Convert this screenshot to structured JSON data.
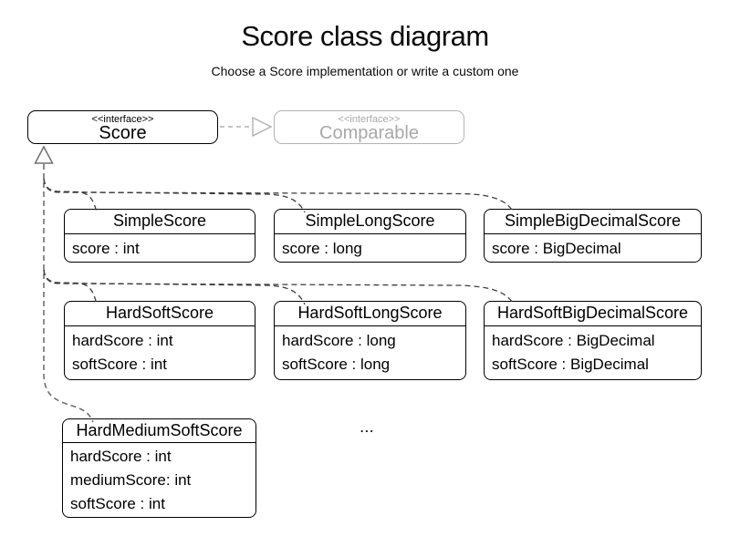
{
  "title": "Score class diagram",
  "subtitle": "Choose a Score implementation or write a custom one",
  "interfaces": [
    {
      "stereotype": "<<interface>>",
      "name": "Score"
    },
    {
      "stereotype": "<<interface>>",
      "name": "Comparable"
    }
  ],
  "classes": [
    {
      "name": "SimpleScore",
      "attributes": [
        "score : int"
      ]
    },
    {
      "name": "SimpleLongScore",
      "attributes": [
        "score : long"
      ]
    },
    {
      "name": "SimpleBigDecimalScore",
      "attributes": [
        "score : BigDecimal"
      ]
    },
    {
      "name": "HardSoftScore",
      "attributes": [
        "hardScore : int",
        "softScore : int"
      ]
    },
    {
      "name": "HardSoftLongScore",
      "attributes": [
        "hardScore : long",
        "softScore : long"
      ]
    },
    {
      "name": "HardSoftBigDecimalScore",
      "attributes": [
        "hardScore : BigDecimal",
        "softScore : BigDecimal"
      ]
    },
    {
      "name": "HardMediumSoftScore",
      "attributes": [
        "hardScore : int",
        "mediumScore: int",
        "softScore : int"
      ]
    }
  ],
  "ellipsis": "...",
  "relations": [
    {
      "from": "Score",
      "to": "Comparable",
      "type": "dashed-generalization"
    },
    {
      "from": "SimpleScore",
      "to": "Score",
      "type": "realization"
    },
    {
      "from": "SimpleLongScore",
      "to": "Score",
      "type": "realization"
    },
    {
      "from": "SimpleBigDecimalScore",
      "to": "Score",
      "type": "realization"
    },
    {
      "from": "HardSoftScore",
      "to": "Score",
      "type": "realization"
    },
    {
      "from": "HardSoftLongScore",
      "to": "Score",
      "type": "realization"
    },
    {
      "from": "HardSoftBigDecimalScore",
      "to": "Score",
      "type": "realization"
    },
    {
      "from": "HardMediumSoftScore",
      "to": "Score",
      "type": "realization"
    }
  ],
  "colors": {
    "box_border": "#000000",
    "muted_gray": "#b0b0b0",
    "trunk_connector": "#707070",
    "branch_connector": "#3c3c3c"
  }
}
